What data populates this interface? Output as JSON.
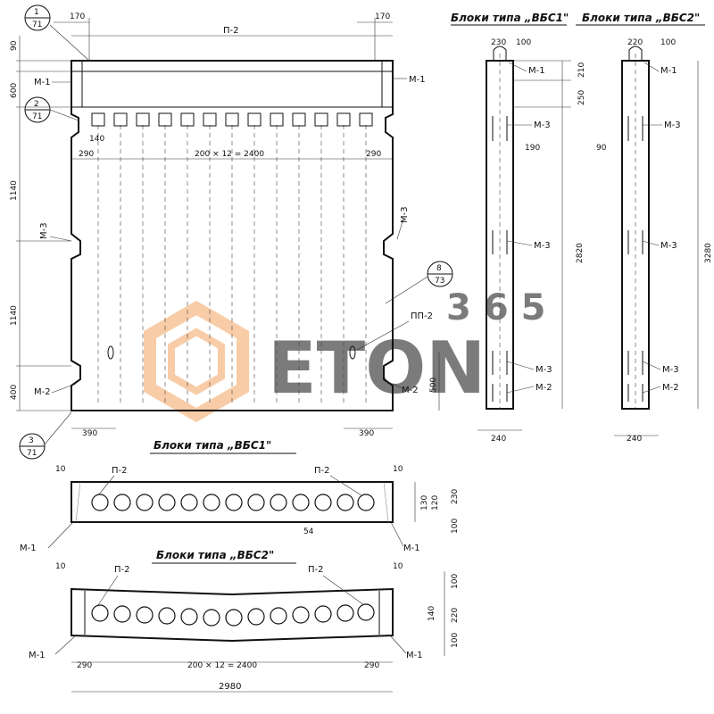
{
  "titles": {
    "vbs1_side": "Блоки типа „ВБС1\"",
    "vbs2_side": "Блоки типа „ВБС2\"",
    "vbs1_plan": "Блоки типа „ВБС1\"",
    "vbs2_plan": "Блоки типа „ВБС2\""
  },
  "callouts": [
    {
      "top": "1",
      "bottom": "71"
    },
    {
      "top": "2",
      "bottom": "71"
    },
    {
      "top": "3",
      "bottom": "71"
    },
    {
      "top": "8",
      "bottom": "73"
    }
  ],
  "marks": {
    "m1": "М-1",
    "m2": "М-2",
    "m3": "М-3",
    "p2": "П-2",
    "pp2": "ПП-2"
  },
  "dims": {
    "d170": "170",
    "d90": "90",
    "d600": "600",
    "d1140": "1140",
    "d400": "400",
    "d500": "500",
    "d140": "140",
    "d290": "290",
    "d390": "390",
    "d200x12": "200 × 12 = 2400",
    "d230": "230",
    "d100": "100",
    "d210": "210",
    "d250": "250",
    "d190": "190",
    "d2820": "2820",
    "d240": "240",
    "d220": "220",
    "d90b": "90",
    "d3280": "3280",
    "d10": "10",
    "d130": "130",
    "d120": "120",
    "d54": "54",
    "d2980": "2980",
    "d140b": "140"
  },
  "watermark": {
    "brand": "ETON",
    "number": "365",
    "brand_color": "#c9c9c9",
    "accent_color": "#f4a460"
  }
}
